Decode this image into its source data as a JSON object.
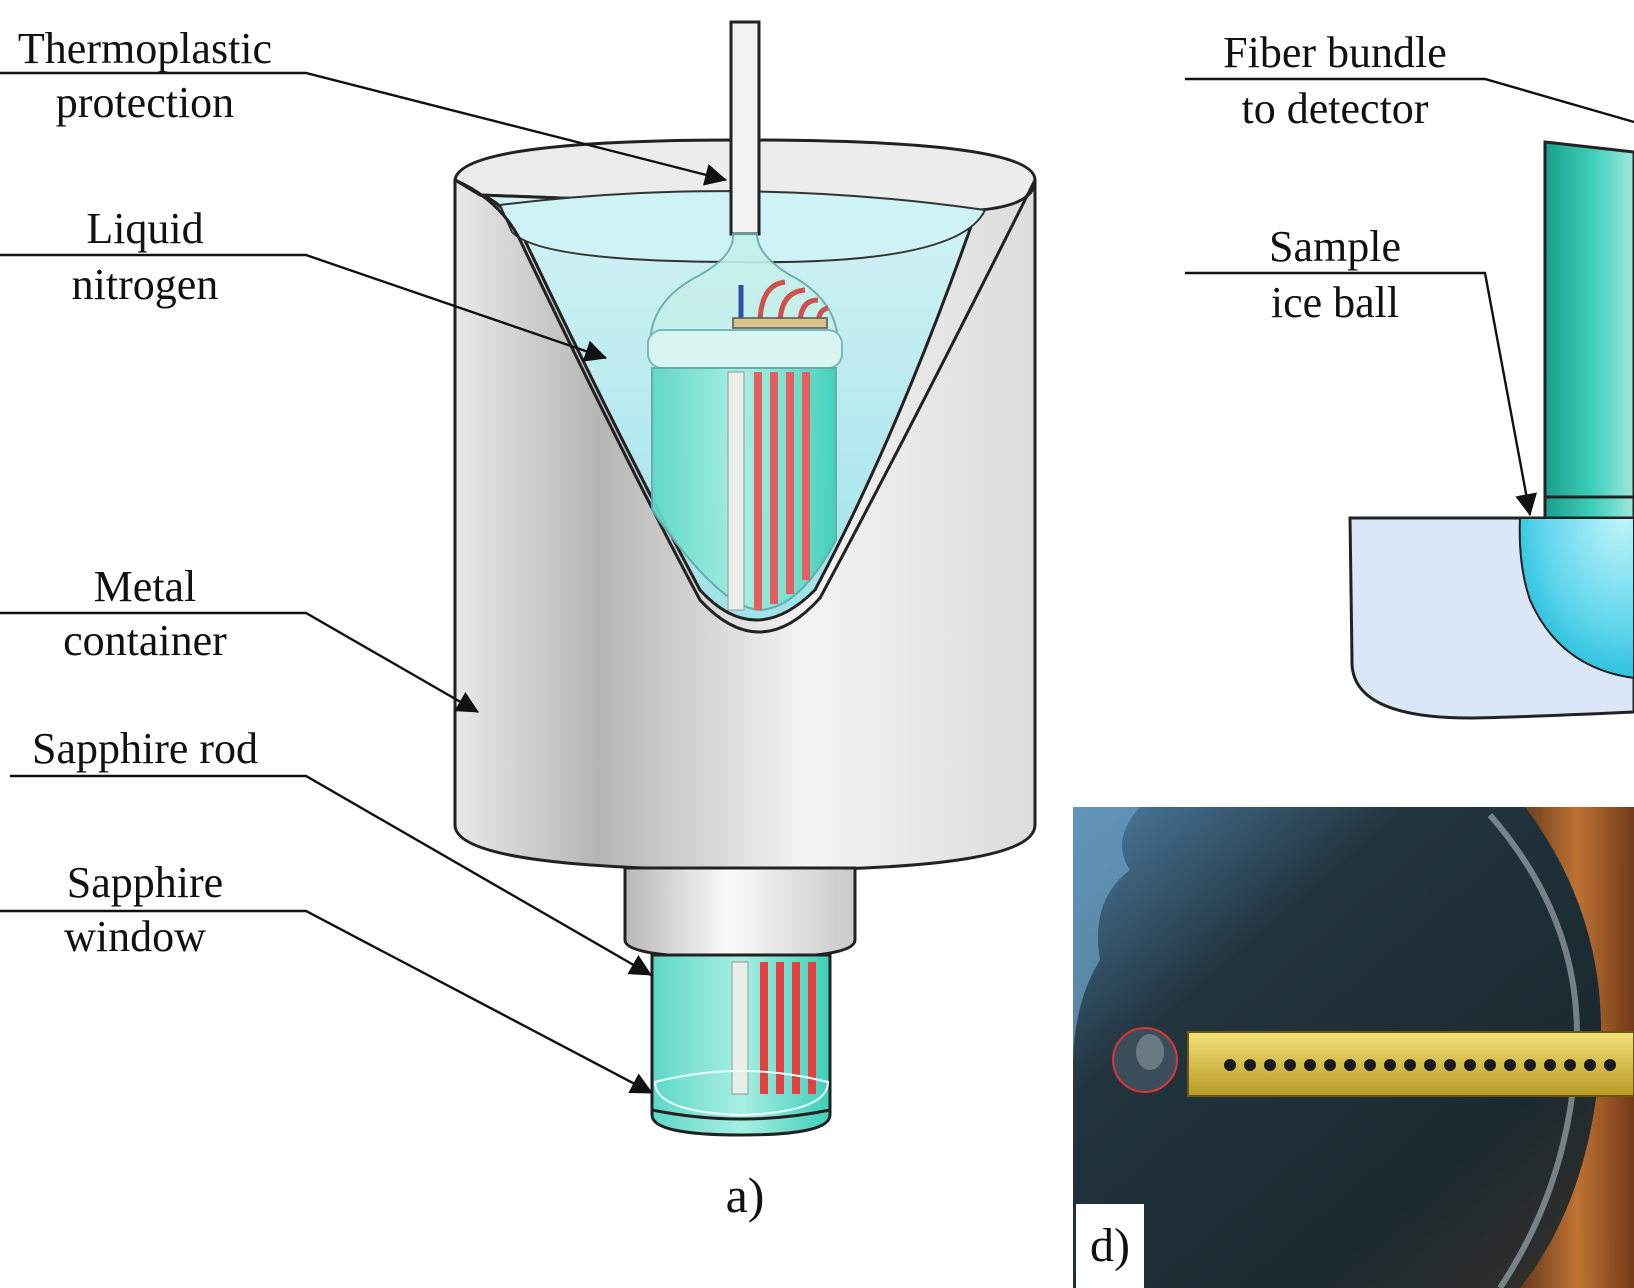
{
  "panel_a": {
    "label": "a)",
    "callouts": {
      "thermoplastic": [
        "Thermoplastic",
        "protection"
      ],
      "liquid_nitrogen": [
        "Liquid",
        "nitrogen"
      ],
      "metal_container": [
        "Metal",
        "container"
      ],
      "sapphire_rod": [
        "Sapphire rod"
      ],
      "sapphire_window": [
        "Sapphire",
        "window"
      ]
    }
  },
  "panel_right": {
    "callouts": {
      "fiber_bundle": [
        "Fiber bundle",
        "to detector"
      ],
      "sample": [
        "Sample",
        "ice ball"
      ]
    }
  },
  "panel_d": {
    "label": "d)"
  },
  "colors": {
    "container_gray": "#d9d9d9",
    "nitrogen_cyan": "#aee8ee",
    "rod_teal": "#3fcfb8",
    "fiber_red": "#e04a4a",
    "fiber_blue": "#2d4fa8",
    "ice_blue": "#dbe6f7",
    "photo_dark": "#1e2f3a",
    "gold_strip": "#d9c23a"
  }
}
